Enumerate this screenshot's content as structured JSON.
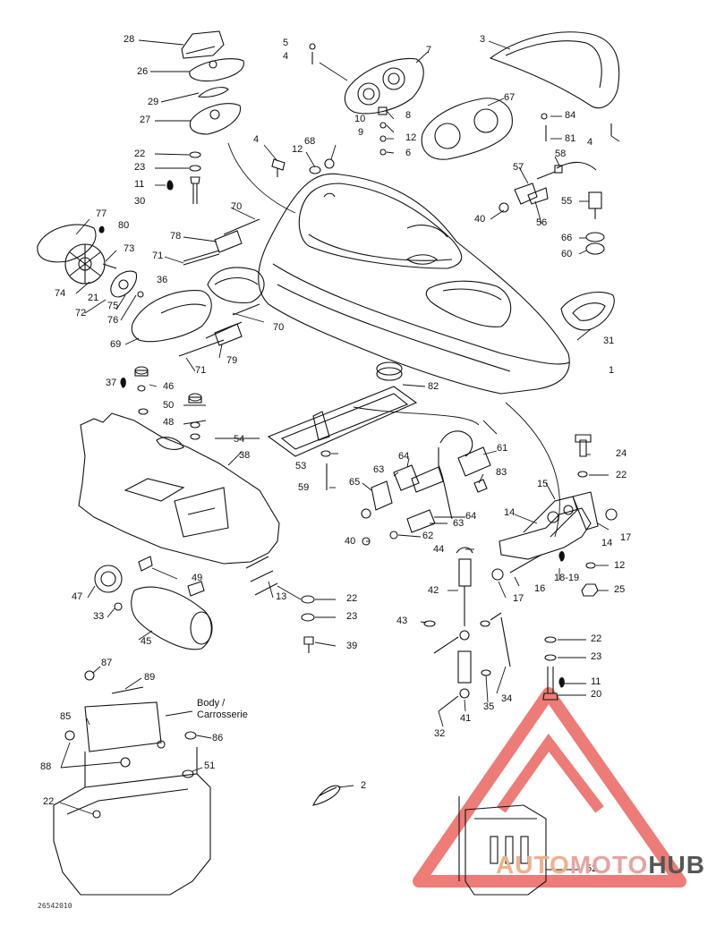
{
  "diagram": {
    "callouts": {
      "c28": "28",
      "c26": "26",
      "c29": "29",
      "c27": "27",
      "c22a": "22",
      "c23a": "23",
      "c11a": "11",
      "c30": "30",
      "c5": "5",
      "c4a": "4",
      "c7": "7",
      "c3": "3",
      "c67": "67",
      "c10": "10",
      "c8": "8",
      "c9": "9",
      "c12a": "12",
      "c6": "6",
      "c84": "84",
      "c81": "81",
      "c4b": "4",
      "c4c": "4",
      "c12b": "12",
      "c68": "68",
      "c58": "58",
      "c57": "57",
      "c40a": "40",
      "c56": "56",
      "c55": "55",
      "c66": "66",
      "c60": "60",
      "c77": "77",
      "c80": "80",
      "c73": "73",
      "c74": "74",
      "c21": "21",
      "c72": "72",
      "c75": "75",
      "c76": "76",
      "c70a": "70",
      "c78": "78",
      "c71a": "71",
      "c36": "36",
      "c69": "69",
      "c70b": "70",
      "c79": "79",
      "c71b": "71",
      "c31": "31",
      "c1": "1",
      "c82": "82",
      "c37": "37",
      "c46": "46",
      "c50": "50",
      "c48": "48",
      "c54": "54",
      "c38": "38",
      "c53": "53",
      "c59": "59",
      "c61": "61",
      "c64a": "64",
      "c63a": "63",
      "c83": "83",
      "c65": "65",
      "c64b": "64",
      "c63b": "63",
      "c62": "62",
      "c40b": "40",
      "c24": "24",
      "c22b": "22",
      "c15": "15",
      "c14a": "14",
      "c14b": "14",
      "c17a": "17",
      "c12c": "12",
      "c1819": "18-19",
      "c16": "16",
      "c17b": "17",
      "c25": "25",
      "c44": "44",
      "c42": "42",
      "c43": "43",
      "c22c": "22",
      "c23b": "23",
      "c11b": "11",
      "c20": "20",
      "c41": "41",
      "c35": "35",
      "c34": "34",
      "c32": "32",
      "c47": "47",
      "c49": "49",
      "c13": "13",
      "c33": "33",
      "c45": "45",
      "c22d": "22",
      "c23c": "23",
      "c39": "39",
      "c87": "87",
      "c89": "89",
      "c85": "85",
      "c86": "86",
      "c88": "88",
      "c51": "51",
      "c22e": "22",
      "c2": "2",
      "c52": "52"
    },
    "body_note": "Body /\nCarrosserie",
    "drawing_code": "26542010"
  },
  "watermark": {
    "part1": "AUTO",
    "part2": "MOTO",
    "part3": "HUB",
    "colors": {
      "orange": "#f0b08a",
      "pink": "#e8a3a0",
      "gray": "#555555",
      "red": "#e04040"
    }
  }
}
